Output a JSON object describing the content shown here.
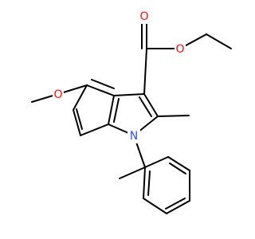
{
  "colors": {
    "background": "#ffffff",
    "bond": "#000000",
    "oxygen": "#ff0d0d",
    "nitrogen": "#3050f8"
  },
  "atoms": {
    "carbonyl_oxygen": "O",
    "ester_oxygen": "O",
    "methoxy_oxygen": "O",
    "indole_nitrogen": "N"
  }
}
